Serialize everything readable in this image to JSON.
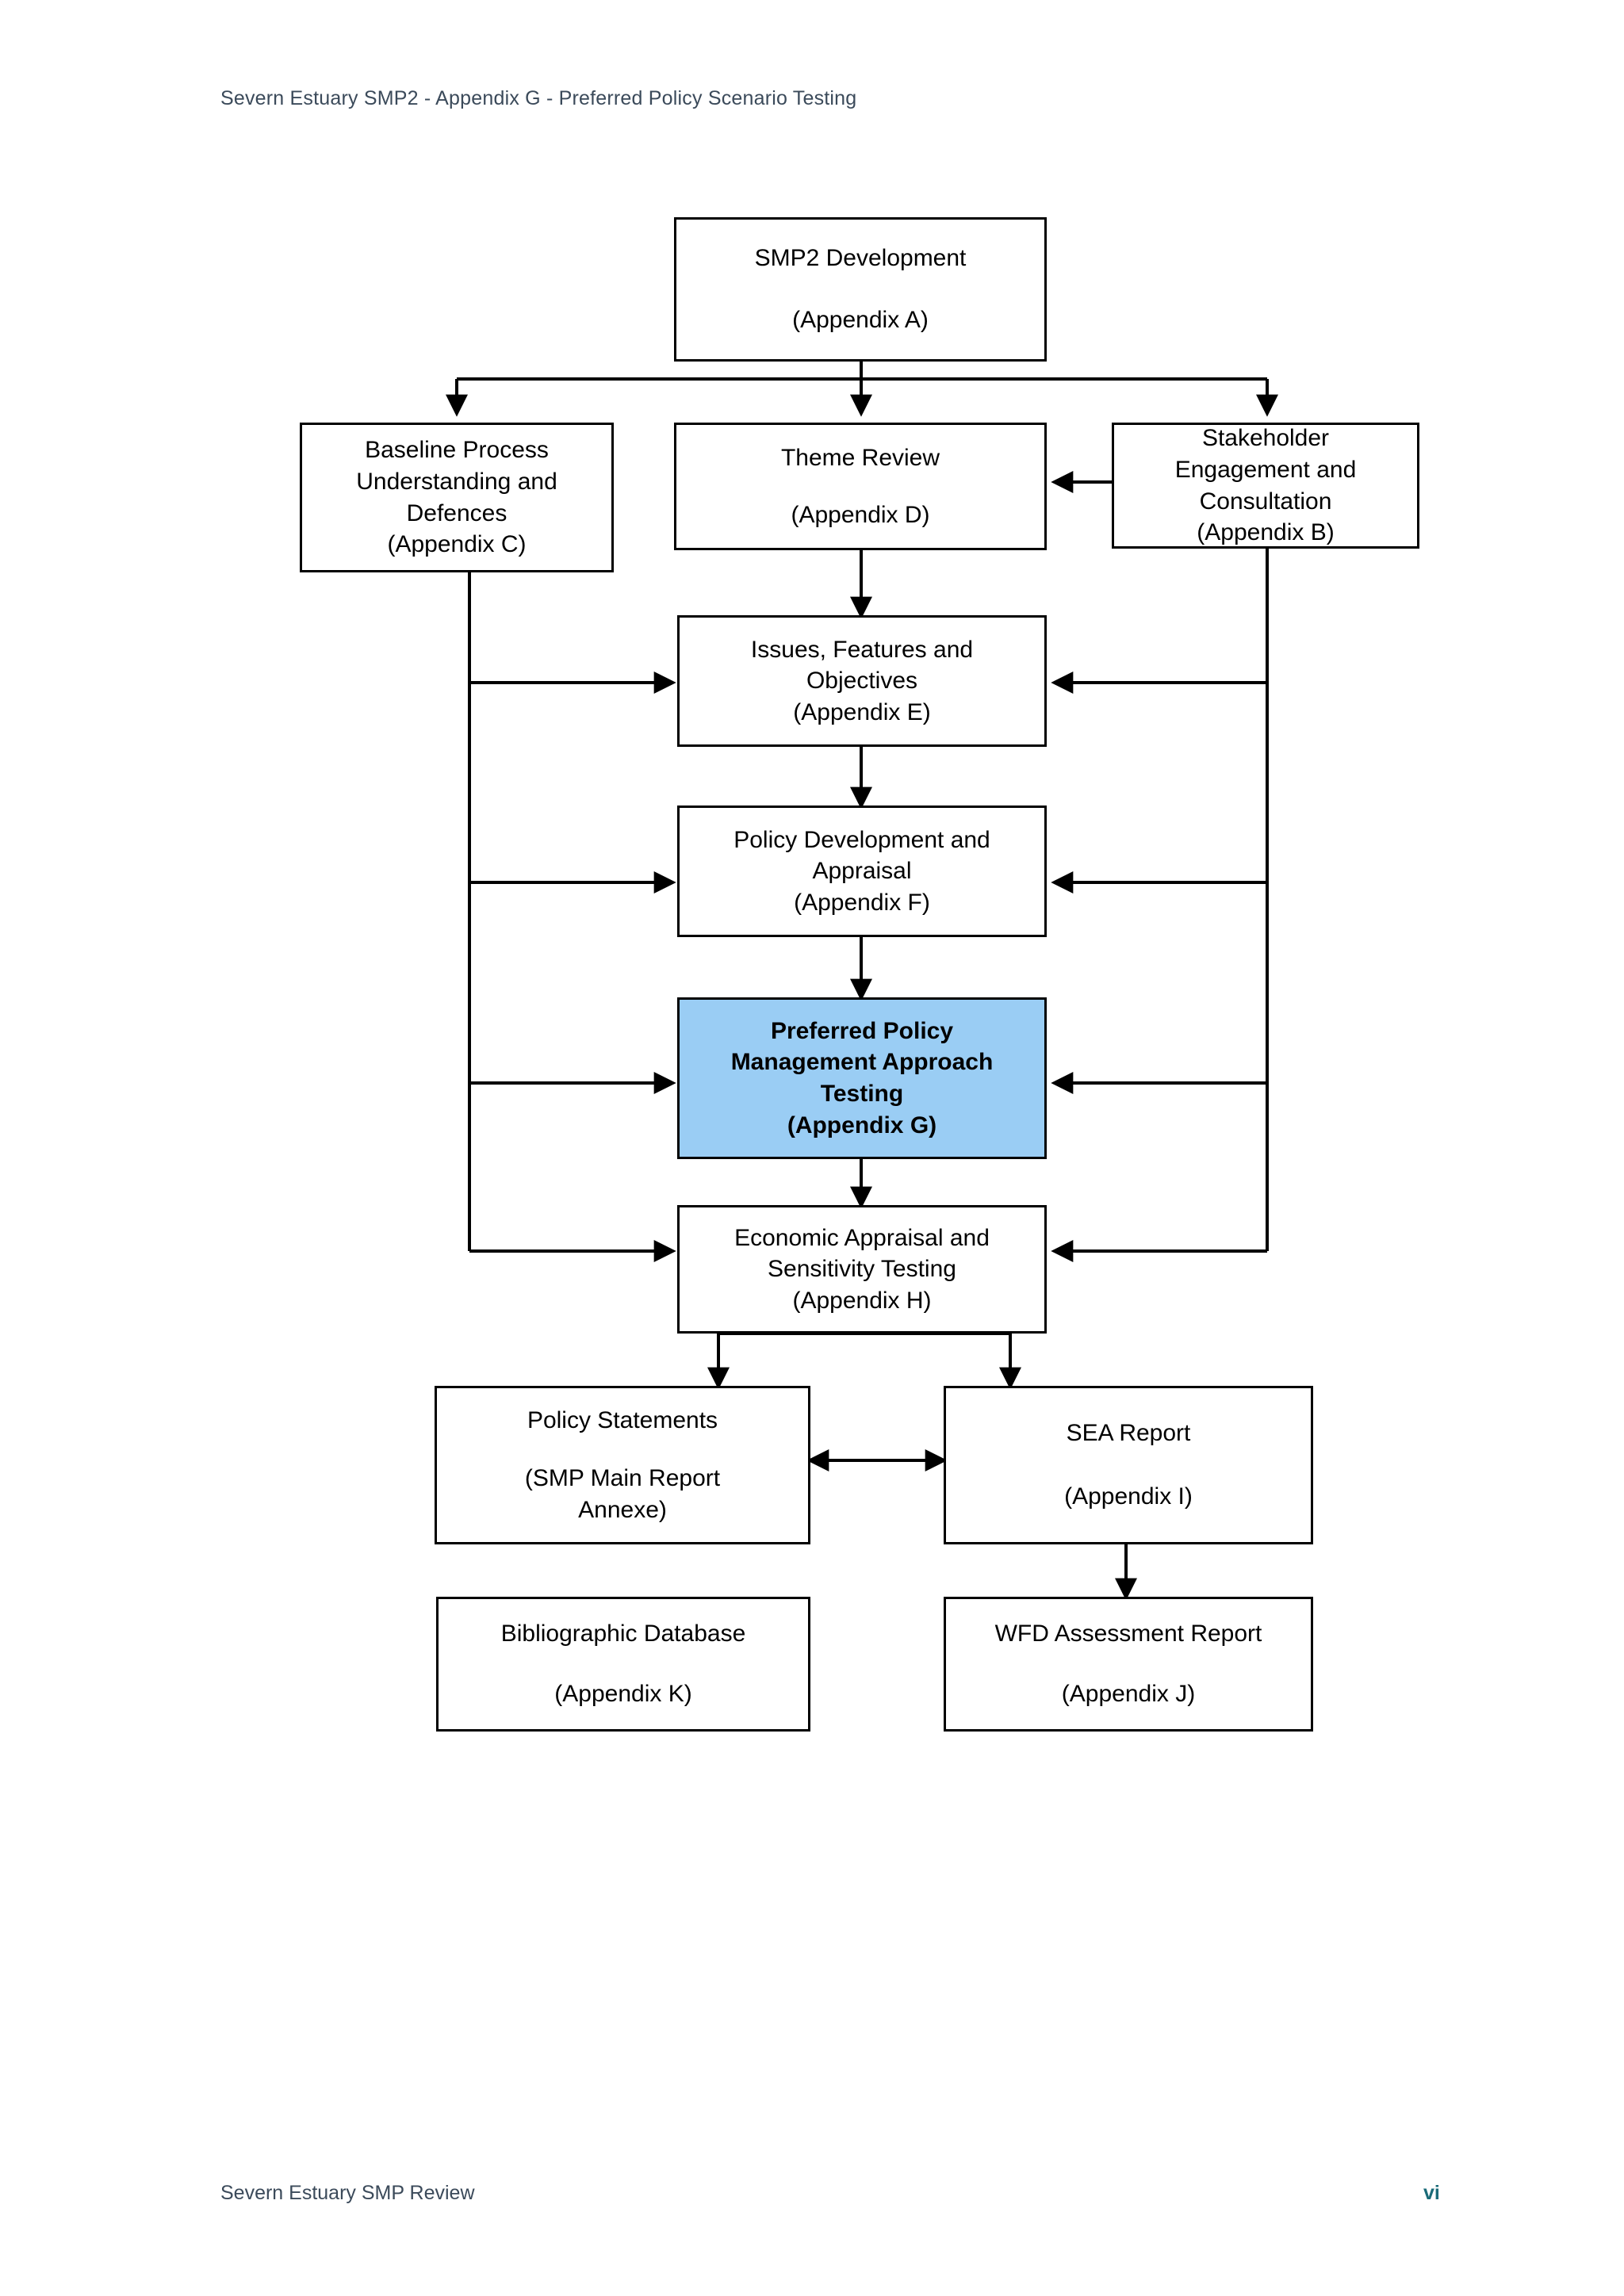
{
  "document": {
    "header": "Severn Estuary SMP2 - Appendix G - Preferred Policy Scenario Testing",
    "footer_left": "Severn Estuary SMP Review",
    "page_number": "vi"
  },
  "colors": {
    "highlight_fill": "#9acdf4",
    "box_border": "#000000",
    "connector": "#000000",
    "header_text": "#3b4a5a",
    "page_number_text": "#1a6b78"
  },
  "diagram": {
    "type": "flowchart",
    "title": "SMP2 Development appendix relationship flowchart",
    "nodes": [
      {
        "id": "a",
        "name": "smp2-development",
        "lines": [
          "SMP2 Development",
          "",
          "(Appendix A)"
        ],
        "highlight": false
      },
      {
        "id": "c",
        "name": "baseline-process",
        "lines": [
          "Baseline Process",
          "Understanding and",
          "Defences",
          "(Appendix C)"
        ],
        "highlight": false
      },
      {
        "id": "d",
        "name": "theme-review",
        "lines": [
          "Theme Review",
          "",
          "(Appendix D)"
        ],
        "highlight": false
      },
      {
        "id": "b",
        "name": "stakeholder-engagement",
        "lines": [
          "Stakeholder",
          "Engagement and",
          "Consultation",
          "(Appendix B)"
        ],
        "highlight": false
      },
      {
        "id": "e",
        "name": "issues-features-objectives",
        "lines": [
          "Issues, Features and",
          "Objectives",
          "(Appendix E)"
        ],
        "highlight": false
      },
      {
        "id": "f",
        "name": "policy-development-appraisal",
        "lines": [
          "Policy Development and",
          "Appraisal",
          "(Appendix F)"
        ],
        "highlight": false
      },
      {
        "id": "g",
        "name": "preferred-policy-management-approach-testing",
        "lines": [
          "Preferred Policy",
          "Management Approach",
          "Testing",
          "(Appendix G)"
        ],
        "highlight": true
      },
      {
        "id": "h",
        "name": "economic-appraisal-sensitivity-testing",
        "lines": [
          "Economic Appraisal and",
          "Sensitivity Testing",
          "(Appendix H)"
        ],
        "highlight": false
      },
      {
        "id": "ps",
        "name": "policy-statements",
        "lines": [
          "Policy Statements",
          "",
          "(SMP Main Report",
          "Annexe)"
        ],
        "highlight": false
      },
      {
        "id": "i",
        "name": "sea-report",
        "lines": [
          "SEA Report",
          "",
          "(Appendix I)"
        ],
        "highlight": false
      },
      {
        "id": "k",
        "name": "bibliographic-database",
        "lines": [
          "Bibliographic Database",
          "",
          "(Appendix K)"
        ],
        "highlight": false
      },
      {
        "id": "j",
        "name": "wfd-assessment-report",
        "lines": [
          "WFD Assessment Report",
          "",
          "(Appendix J)"
        ],
        "highlight": false
      }
    ],
    "edges": [
      {
        "from": "a",
        "to": "c",
        "style": "elbow",
        "arrow": "single"
      },
      {
        "from": "a",
        "to": "d",
        "style": "straight",
        "arrow": "single"
      },
      {
        "from": "a",
        "to": "b",
        "style": "elbow",
        "arrow": "single"
      },
      {
        "from": "b",
        "to": "d",
        "style": "straight",
        "arrow": "single"
      },
      {
        "from": "d",
        "to": "e",
        "style": "straight",
        "arrow": "single"
      },
      {
        "from": "c",
        "to": "e",
        "style": "bus-left",
        "arrow": "single"
      },
      {
        "from": "c",
        "to": "f",
        "style": "bus-left",
        "arrow": "single"
      },
      {
        "from": "c",
        "to": "g",
        "style": "bus-left",
        "arrow": "single"
      },
      {
        "from": "c",
        "to": "h",
        "style": "bus-left",
        "arrow": "single"
      },
      {
        "from": "b",
        "to": "e",
        "style": "bus-right",
        "arrow": "single"
      },
      {
        "from": "b",
        "to": "f",
        "style": "bus-right",
        "arrow": "single"
      },
      {
        "from": "b",
        "to": "g",
        "style": "bus-right",
        "arrow": "single"
      },
      {
        "from": "b",
        "to": "h",
        "style": "bus-right",
        "arrow": "single"
      },
      {
        "from": "e",
        "to": "f",
        "style": "straight",
        "arrow": "single"
      },
      {
        "from": "f",
        "to": "g",
        "style": "straight",
        "arrow": "single"
      },
      {
        "from": "g",
        "to": "h",
        "style": "straight",
        "arrow": "single"
      },
      {
        "from": "h",
        "to": "ps",
        "style": "elbow",
        "arrow": "single"
      },
      {
        "from": "h",
        "to": "i",
        "style": "elbow",
        "arrow": "single"
      },
      {
        "from": "ps",
        "to": "i",
        "style": "straight",
        "arrow": "double"
      },
      {
        "from": "i",
        "to": "j",
        "style": "straight",
        "arrow": "single"
      }
    ]
  }
}
